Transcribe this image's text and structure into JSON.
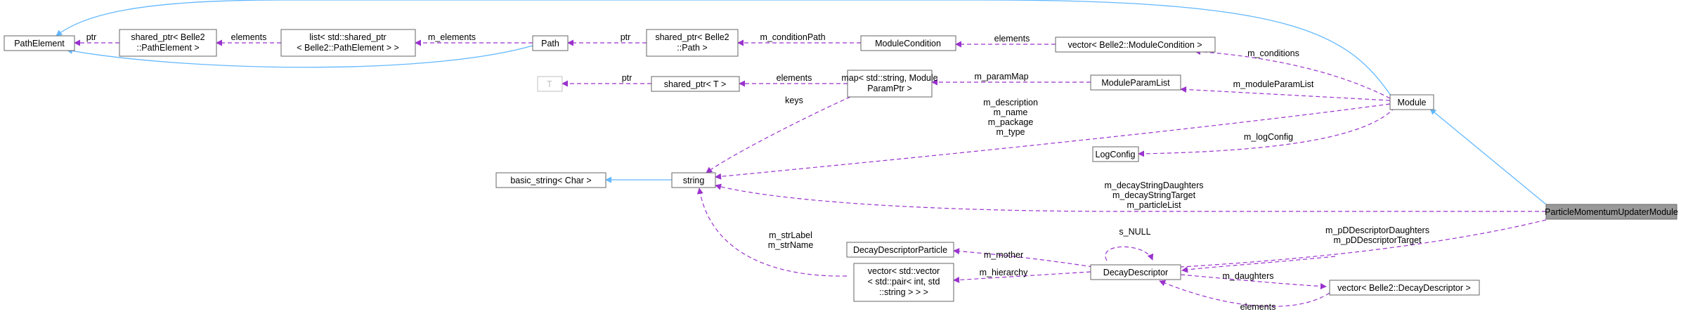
{
  "colors": {
    "inheritance": "#63b8ff",
    "usage": "#9a32cd",
    "highlight": "#999999",
    "border": "#666666",
    "border_light": "#bfbfbf"
  },
  "nodes": {
    "path_element": "PathElement",
    "shared_ptr_path_element": [
      "shared_ptr< Belle2",
      "::PathElement >"
    ],
    "list_shared_ptr": [
      "list< std::shared_ptr",
      "< Belle2::PathElement > >"
    ],
    "path": "Path",
    "shared_ptr_path": [
      "shared_ptr< Belle2",
      "::Path >"
    ],
    "module_condition": "ModuleCondition",
    "vector_module_condition": "vector< Belle2::ModuleCondition >",
    "t": "T",
    "shared_ptr_t": "shared_ptr< T >",
    "map_string_param": [
      "map< std::string, Module",
      "ParamPtr >"
    ],
    "module_param_list": "ModuleParamList",
    "module": "Module",
    "log_config": "LogConfig",
    "basic_string": "basic_string< Char >",
    "string": "string",
    "particle_momentum_updater": "ParticleMomentumUpdaterModule",
    "decay_descriptor_particle": "DecayDescriptorParticle",
    "decay_descriptor": "DecayDescriptor",
    "vector_vector_pair": [
      "vector< std::vector",
      "< std::pair< int, std",
      "::string > > >"
    ],
    "vector_decay_descriptor": "vector< Belle2::DecayDescriptor >"
  },
  "edges": {
    "ptr_1": "ptr",
    "elements_1": "elements",
    "m_elements": "m_elements",
    "ptr_2": "ptr",
    "m_conditionPath": "m_conditionPath",
    "elements_2": "elements",
    "m_conditions": "m_conditions",
    "ptr_3": "ptr",
    "elements_3": "elements",
    "m_paramMap": "m_paramMap",
    "m_moduleParamList": "m_moduleParamList",
    "keys": "keys",
    "module_strings": [
      "m_description",
      "m_name",
      "m_package",
      "m_type"
    ],
    "m_logConfig": "m_logConfig",
    "updater_strings": [
      "m_decayStringDaughters",
      "m_decayStringTarget",
      "m_particleList"
    ],
    "m_pDescriptor": [
      "m_pDDescriptorDaughters",
      "m_pDDescriptorTarget"
    ],
    "s_NULL": "s_NULL",
    "str_labels": [
      "m_strLabel",
      "m_strName"
    ],
    "m_mother": "m_mother",
    "m_hierarchy": "m_hierarchy",
    "m_daughters": "m_daughters",
    "elements_4": "elements"
  }
}
